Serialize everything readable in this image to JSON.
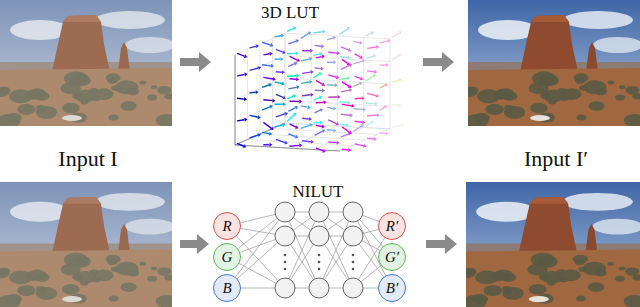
{
  "diagram": {
    "nodes": [
      {
        "text": [
          "R"
        ]
      },
      {
        "text": [
          "G"
        ]
      },
      {
        "text": [
          "B"
        ]
      },
      {
        "text": [
          "R′"
        ]
      },
      {
        "text": [
          "G′"
        ]
      },
      {
        "text": [
          "B′"
        ]
      }
    ],
    "labels": [
      "3D LUT",
      "Input I",
      "Input I′",
      "NILUT"
    ]
  }
}
